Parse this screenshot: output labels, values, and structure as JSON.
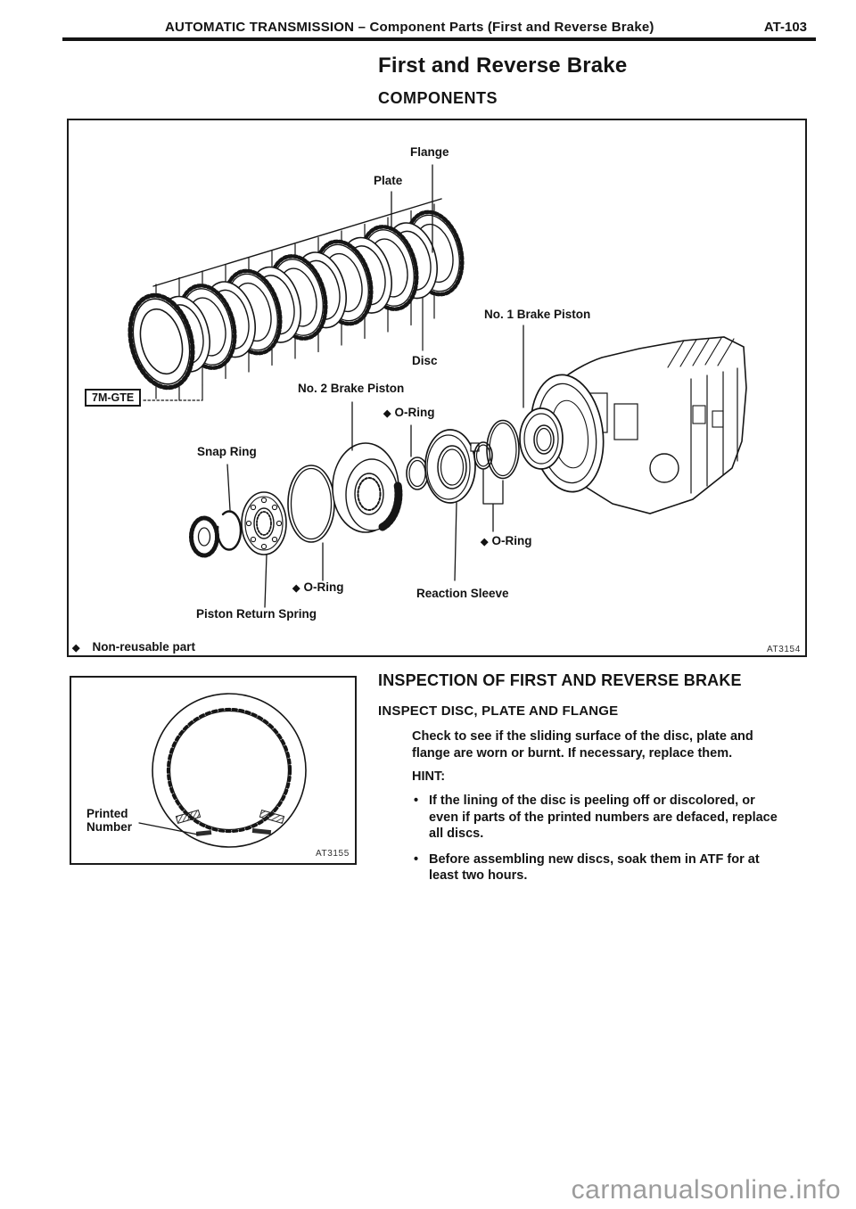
{
  "header": {
    "section": "AUTOMATIC TRANSMISSION",
    "context": "– Component Parts (First and Reverse Brake)",
    "page_code": "AT-103"
  },
  "title": "First and Reverse Brake",
  "subtitle": "COMPONENTS",
  "figure_components": {
    "figure_code": "AT3154",
    "badge": "7M-GTE",
    "diamond_glyph": "◆",
    "note_text": "Non-reusable part",
    "labels": {
      "flange": "Flange",
      "plate": "Plate",
      "disc": "Disc",
      "no1_brake_piston": "No. 1 Brake Piston",
      "no2_brake_piston": "No. 2 Brake Piston",
      "o_ring": "O-Ring",
      "snap_ring": "Snap Ring",
      "piston_return_spring": "Piston Return Spring",
      "reaction_sleeve": "Reaction Sleeve"
    }
  },
  "figure_disc": {
    "figure_code": "AT3155",
    "printed_number_label": "Printed Number"
  },
  "inspection": {
    "heading": "INSPECTION OF FIRST AND REVERSE BRAKE",
    "subheading": "INSPECT DISC, PLATE AND FLANGE",
    "paragraph_lines": [
      "Check to see if the sliding surface of the disc, plate and",
      "flange are worn or burnt. If necessary, replace them."
    ],
    "hint_label": "HINT:",
    "bullet_glyph": "•",
    "hints": [
      {
        "lines": [
          "If the lining of the disc is peeling off or discolored, or",
          "even if parts of the printed numbers are defaced, replace",
          "all discs."
        ]
      },
      {
        "lines": [
          "Before assembling new discs, soak them in ATF for at",
          "least two hours."
        ]
      }
    ]
  },
  "watermark": "carmanualsonline.info"
}
